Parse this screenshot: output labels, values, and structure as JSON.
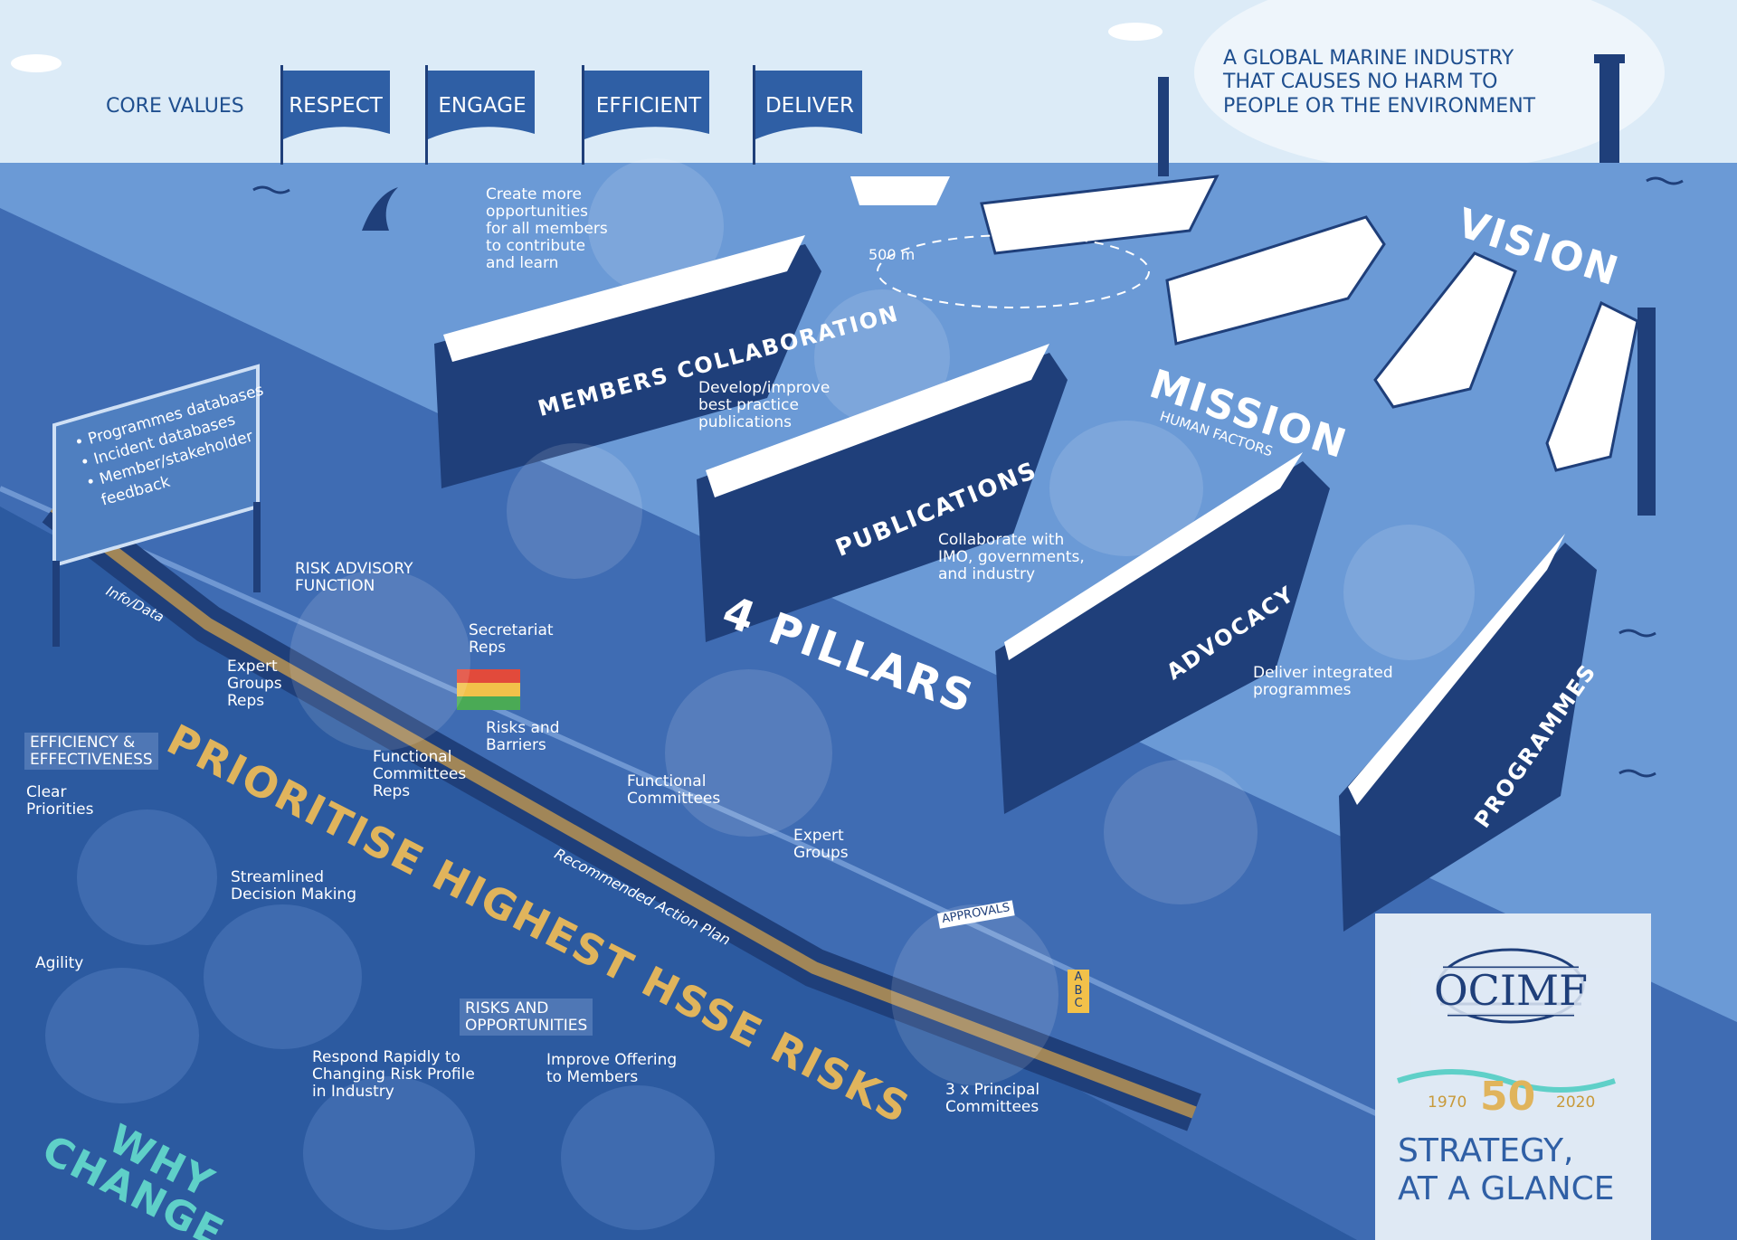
{
  "header": {
    "core_values_label": "CORE VALUES",
    "values": [
      "RESPECT",
      "ENGAGE",
      "EFFICIENT",
      "DELIVER"
    ],
    "tagline": [
      "A GLOBAL MARINE INDUSTRY",
      "THAT CAUSES NO HARM TO",
      "PEOPLE OR THE ENVIRONMENT"
    ]
  },
  "labels": {
    "vision": "VISION",
    "mission": "MISSION",
    "human_factors": "HUMAN FACTORS",
    "four_pillars": "4 PILLARS",
    "distance": "500 m",
    "prioritise": "PRIORITISE HIGHEST HSSE RISKS",
    "why_change": [
      "WHY",
      "CHANGE"
    ],
    "info_data": "Info/Data",
    "action_plan": "Recommended Action Plan"
  },
  "ships": [
    "MEMBERS COLLABORATION",
    "PUBLICATIONS",
    "ADVOCACY",
    "PROGRAMMES"
  ],
  "captions": {
    "members": [
      "Create more",
      "opportunities",
      "for all members",
      "to contribute",
      "and learn"
    ],
    "publications": [
      "Develop/improve",
      "best practice",
      "publications"
    ],
    "advocacy": [
      "Collaborate with",
      "IMO, governments,",
      "and industry"
    ],
    "programmes": [
      "Deliver integrated",
      "programmes"
    ],
    "risk_advisory": [
      "RISK ADVISORY",
      "FUNCTION"
    ],
    "secretariat": [
      "Secretariat",
      "Reps"
    ],
    "expert_groups_reps": [
      "Expert",
      "Groups",
      "Reps"
    ],
    "functional_committees_reps": [
      "Functional",
      "Committees",
      "Reps"
    ],
    "risks_barriers": [
      "Risks and",
      "Barriers"
    ],
    "functional_committees": [
      "Functional",
      "Committees"
    ],
    "expert_groups": [
      "Expert",
      "Groups"
    ],
    "principal_committees": [
      "3 x Principal",
      "Committees"
    ],
    "clear_priorities": [
      "Clear",
      "Priorities"
    ],
    "streamlined": [
      "Streamlined",
      "Decision Making"
    ],
    "agility": "Agility",
    "respond": [
      "Respond Rapidly to",
      "Changing Risk Profile",
      "in Industry"
    ],
    "improve_offering": [
      "Improve Offering",
      "to Members"
    ]
  },
  "tags": {
    "efficiency": [
      "EFFICIENCY &",
      "EFFECTIVENESS"
    ],
    "risks_opps": [
      "RISKS AND",
      "OPPORTUNITIES"
    ]
  },
  "sign": {
    "items": [
      "Programmes databases",
      "Incident databases",
      "Member/stakeholder",
      "feedback"
    ]
  },
  "illustration_text": {
    "approvals": "APPROVALS",
    "abc": "A B C"
  },
  "logo": {
    "name": "OCIMF",
    "year_start": "1970",
    "anniversary": "50",
    "year_end": "2020",
    "strategy": [
      "STRATEGY,",
      "AT A GLANCE"
    ]
  },
  "colors": {
    "sky": "#dcebf7",
    "sea": "#6b9ad6",
    "deep": "#2c5aa0",
    "navy": "#1f3f7a",
    "gold": "#e0b45c",
    "teal": "#5fd0c8"
  }
}
